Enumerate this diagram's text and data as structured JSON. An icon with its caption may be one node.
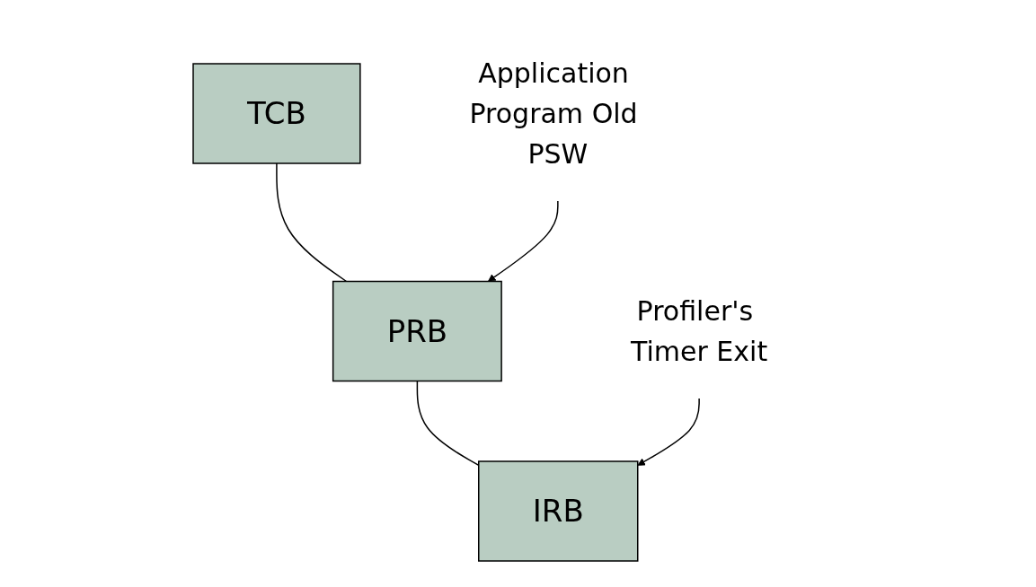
{
  "diagram": {
    "nodes": [
      {
        "text": [
          "TCB"
        ]
      },
      {
        "text": [
          "PRB"
        ]
      },
      {
        "text": [
          "IRB"
        ]
      },
      {
        "text": [
          "Application Program Old PSW"
        ]
      },
      {
        "text": [
          "Profiler's Timer Exit"
        ]
      }
    ],
    "edges": [
      {
        "from": 0,
        "to": 1,
        "arrow": "none"
      },
      {
        "from": 1,
        "to": 2,
        "arrow": "none"
      },
      {
        "from": 3,
        "to": 1,
        "arrow": "to"
      },
      {
        "from": 4,
        "to": 2,
        "arrow": "to"
      }
    ]
  }
}
